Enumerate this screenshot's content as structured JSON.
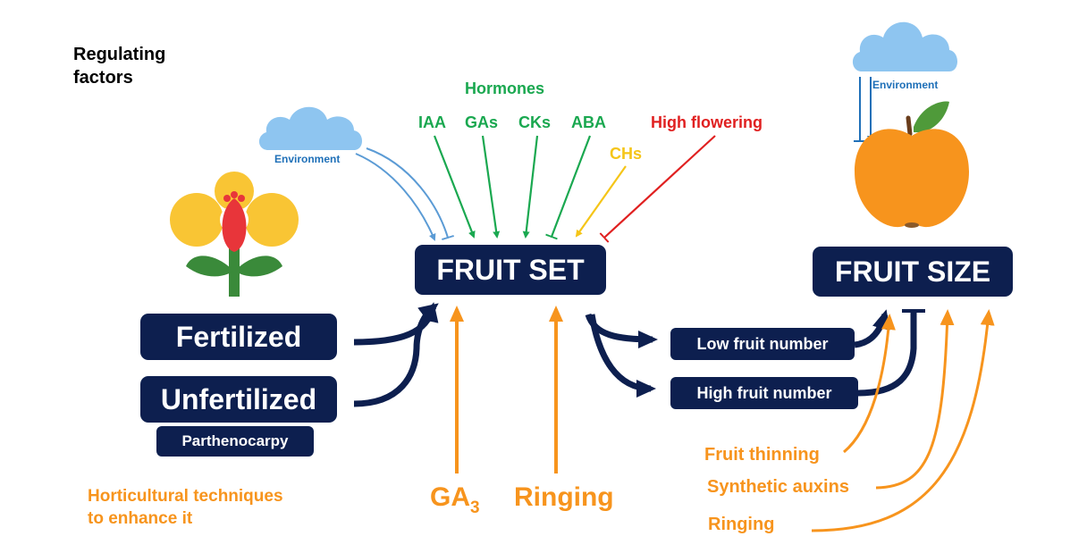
{
  "labels": {
    "regulating_factors_line1": "Regulating",
    "regulating_factors_line2": "factors",
    "hormones": "Hormones",
    "iaa": "IAA",
    "gas": "GAs",
    "cks": "CKs",
    "aba": "ABA",
    "chs": "CHs",
    "high_flowering": "High flowering",
    "environment_left": "Environment",
    "environment_right": "Environment",
    "fruit_set": "FRUIT SET",
    "fruit_size": "FRUIT SIZE",
    "fertilized": "Fertilized",
    "unfertilized": "Unfertilized",
    "parthenocarpy": "Parthenocarpy",
    "low_fruit_number": "Low fruit number",
    "high_fruit_number": "High fruit number",
    "horticultural_line1": "Horticultural techniques",
    "horticultural_line2": "to enhance it",
    "ga3_base": "GA",
    "ga3_sub": "3",
    "ringing_center": "Ringing",
    "fruit_thinning": "Fruit thinning",
    "synthetic_auxins": "Synthetic auxins",
    "ringing_right": "Ringing"
  },
  "colors": {
    "navy": "#0d1f4f",
    "green": "#1aa850",
    "orange": "#f7941d",
    "yellow": "#f5c518",
    "red": "#e02020",
    "environment_blue": "#1f70b8",
    "cloud": "#8ec5f0",
    "arrow_blue": "#5b9bd5"
  },
  "icons": [
    "cloud-icon",
    "flower-icon",
    "fruit-icon"
  ]
}
